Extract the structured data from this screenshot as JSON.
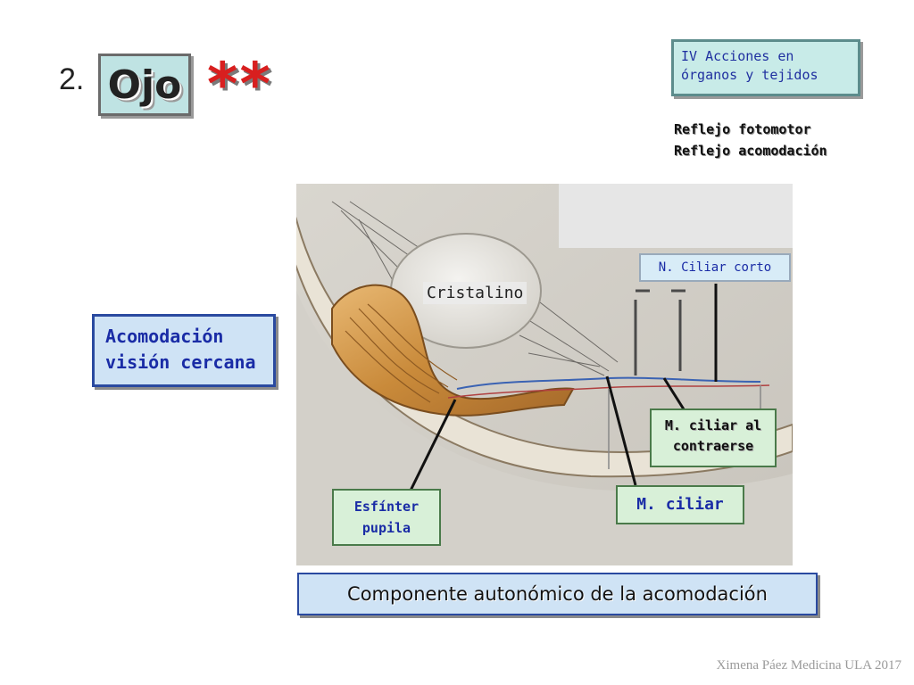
{
  "slide": {
    "number": "2.",
    "title": "Ojo",
    "stars": "**",
    "section_box": [
      "IV Acciones en",
      "órganos y tejidos"
    ],
    "reflexes": [
      "Reflejo fotomotor",
      "Reflejo acomodación"
    ],
    "side_box": [
      "Acomodación",
      "visión cercana"
    ],
    "caption": "Componente autonómico de la acomodación",
    "footer": "Ximena Páez Medicina ULA 2017"
  },
  "diagram": {
    "labels": {
      "cristalino": "Cristalino",
      "n_ciliar_corto": "N. Ciliar corto",
      "m_ciliar_al_contraerse": [
        "M. ciliar al",
        "contraerse"
      ],
      "esfinter_pupila": [
        "Esfínter",
        "pupila"
      ],
      "m_ciliar": "M. ciliar"
    }
  },
  "colors": {
    "title_box": "#bfe3e3",
    "stars": "#d81f1f",
    "blue_text": "#1a2ca6",
    "label_green_bg": "#d8f0d8",
    "caption_bg": "#cfe3f5"
  }
}
